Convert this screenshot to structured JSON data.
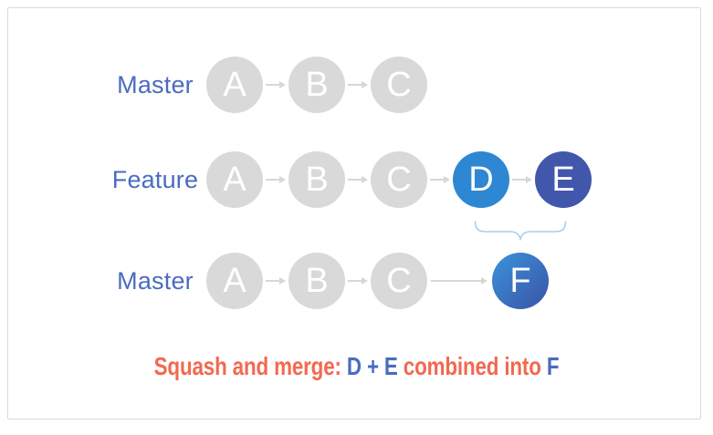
{
  "frame": {
    "background": "#ffffff",
    "border_color": "#d9d9d9"
  },
  "diagram": {
    "rows": [
      {
        "label": "Master",
        "nodes": [
          {
            "letter": "A",
            "style": "gray"
          },
          {
            "letter": "B",
            "style": "gray"
          },
          {
            "letter": "C",
            "style": "gray"
          }
        ]
      },
      {
        "label": "Feature",
        "nodes": [
          {
            "letter": "A",
            "style": "gray"
          },
          {
            "letter": "B",
            "style": "gray"
          },
          {
            "letter": "C",
            "style": "gray"
          },
          {
            "letter": "D",
            "style": "blue"
          },
          {
            "letter": "E",
            "style": "indigo"
          }
        ]
      },
      {
        "label": "Master",
        "nodes": [
          {
            "letter": "A",
            "style": "gray"
          },
          {
            "letter": "B",
            "style": "gray"
          },
          {
            "letter": "C",
            "style": "gray"
          },
          {
            "letter": "F",
            "style": "gradient"
          }
        ]
      }
    ],
    "colors": {
      "node_gray": "#d9d9d9",
      "node_blue": "#2e87d2",
      "node_indigo": "#4157ab",
      "node_gradient_start": "#3a93da",
      "node_gradient_end": "#3a53a7",
      "node_letter": "#ffffff",
      "arrow": "#d7d7d7",
      "brace": "#a9cdf0",
      "branch_label": "#4a6cbe"
    }
  },
  "caption": {
    "segments": [
      {
        "text": "Squash and merge: ",
        "color": "#f26950"
      },
      {
        "text": "D + E",
        "color": "#4a6cbd"
      },
      {
        "text": " combined into ",
        "color": "#f26950"
      },
      {
        "text": "F",
        "color": "#4a6cbd"
      }
    ]
  }
}
